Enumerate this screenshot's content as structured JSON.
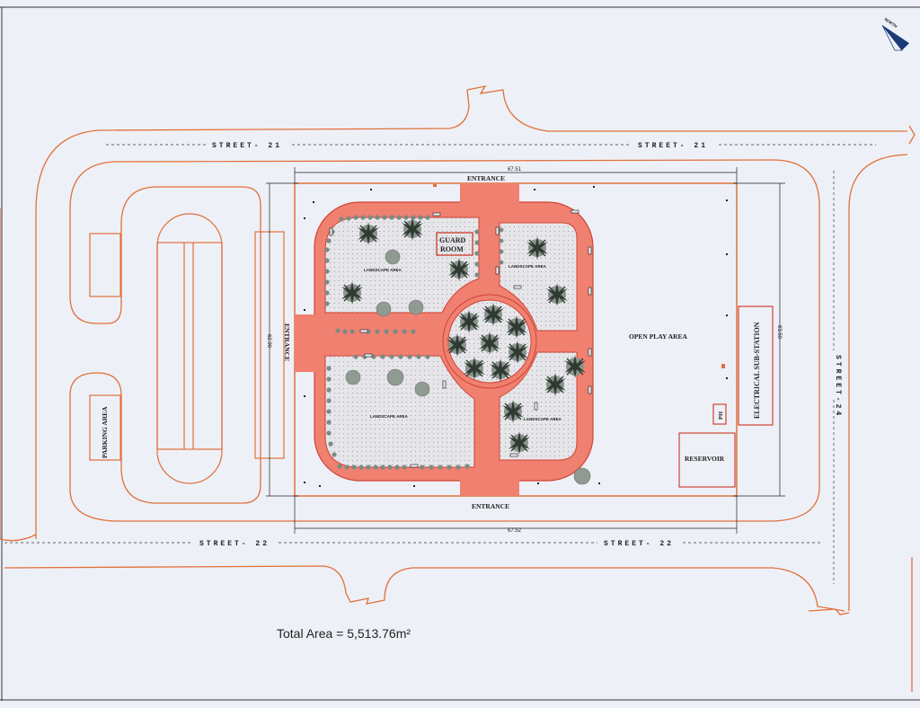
{
  "plan": {
    "streets": {
      "north_left": "STREET- 21",
      "north_right": "STREET- 21",
      "south_left": "STREET- 22",
      "south_right": "STREET- 22",
      "east": "STREET-24"
    },
    "entrances": {
      "north": "ENTRANCE",
      "south": "ENTRANCE",
      "west": "ENTRANCE"
    },
    "dimensions": {
      "top": "67.51",
      "bottom": "67.52",
      "left": "62.90",
      "right": "63.50"
    },
    "rooms": {
      "guard_room_line1": "GUARD",
      "guard_room_line2": "ROOM",
      "open_play": "OPEN PLAY AREA",
      "substation": "ELECTRICAL SUB-STATION",
      "reservoir": "RESERVOIR",
      "ph": "PH",
      "parking": "PARKING AREA"
    },
    "landscape_label": "LANDSCAPE AREA",
    "north_label": "NORTH",
    "total_area": "Total Area = 5,513.76m²",
    "colors": {
      "street_line": "#e0703a",
      "path_fill": "#f08070",
      "path_stroke": "#d04434",
      "landscape_fill": "#e6e6ea",
      "tree": "#3f4a43",
      "shrub": "#97a49b",
      "background": "#eef0f7"
    }
  }
}
